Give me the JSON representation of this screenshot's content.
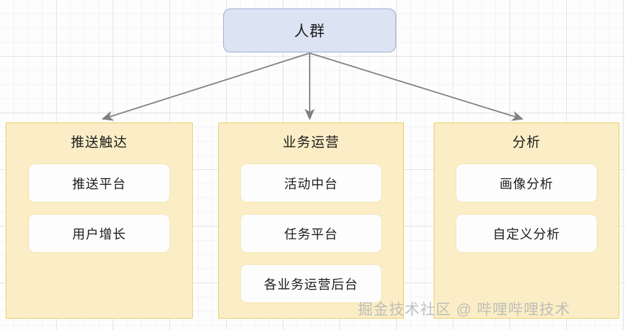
{
  "diagram": {
    "root": {
      "label": "人群"
    },
    "groups": [
      {
        "title": "推送触达",
        "cards": [
          {
            "label": "推送平台"
          },
          {
            "label": "用户增长"
          }
        ]
      },
      {
        "title": "业务运营",
        "cards": [
          {
            "label": "活动中台"
          },
          {
            "label": "任务平台"
          },
          {
            "label": "各业务运营后台"
          }
        ]
      },
      {
        "title": "分析",
        "cards": [
          {
            "label": "画像分析"
          },
          {
            "label": "自定义分析"
          }
        ]
      }
    ],
    "watermark": "掘金技术社区 @ 哔哩哔哩技术",
    "colors": {
      "root_fill": "#dce4f3",
      "root_border": "#9aadd4",
      "group_fill": "#fbeec6",
      "group_border": "#eccf6d",
      "card_fill": "#fdfdfd",
      "card_border": "#f6e6b4",
      "connector": "#808080",
      "text": "#1c1c1c",
      "grid_major": "#e3e3e3",
      "grid_minor": "#f4f4f4",
      "watermark": "#b5b5b5"
    }
  }
}
